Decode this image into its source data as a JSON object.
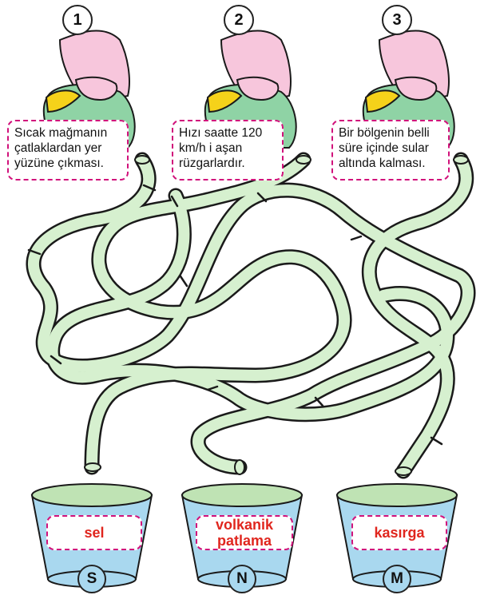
{
  "numbers": [
    "1",
    "2",
    "3"
  ],
  "clues": [
    "Sıcak mağmanın çatlaklardan yer yüzüne çıkması.",
    "Hızı saatte 120 km/h i aşan rüzgarlardır.",
    "Bir bölgenin belli süre içinde sular altında kalması."
  ],
  "buckets": [
    {
      "label": "sel",
      "letter": "S"
    },
    {
      "label": "volkanik patlama",
      "letter": "N"
    },
    {
      "label": "kasırga",
      "letter": "M"
    }
  ],
  "colors": {
    "hose_fill": "#d6f0cf",
    "hose_stroke": "#1a1a1a",
    "bucket_water": "#a9d8ef",
    "bucket_top": "#bfe3b4",
    "hand_skin": "#f7c6dc",
    "nozzle_yellow": "#f5d21a",
    "nozzle_green": "#8fd3a5",
    "dashed_border": "#d1127b",
    "label_text": "#e0261e"
  },
  "icons": [
    "hand-holding-hose-icon",
    "bucket-icon"
  ]
}
